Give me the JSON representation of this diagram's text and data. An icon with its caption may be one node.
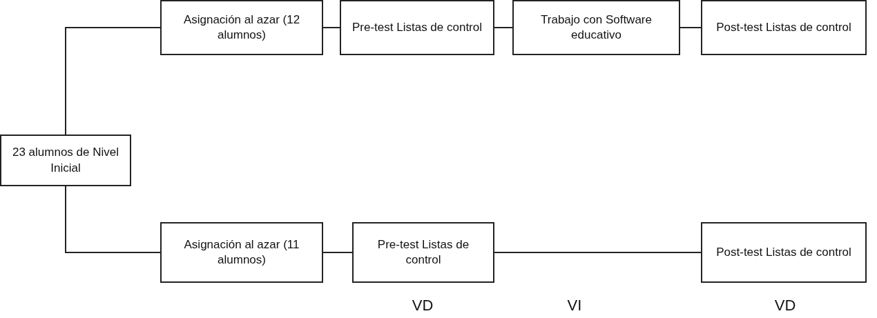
{
  "diagram": {
    "nodes": [
      {
        "text": [
          "23 alumnos de Nivel Inicial"
        ]
      },
      {
        "text": [
          "Asignación al azar (12 alumnos)"
        ]
      },
      {
        "text": [
          "Pre-test Listas de control"
        ]
      },
      {
        "text": [
          "Trabajo con Software educativo"
        ]
      },
      {
        "text": [
          "Post-test Listas de control"
        ]
      },
      {
        "text": [
          "Asignación al azar (11 alumnos)"
        ]
      },
      {
        "text": [
          "Pre-test Listas de control"
        ]
      },
      {
        "text": [
          "Post-test Listas de control"
        ]
      }
    ],
    "edges": [
      {
        "from": 0,
        "to": 1,
        "arrow": "none"
      },
      {
        "from": 0,
        "to": 5,
        "arrow": "none"
      },
      {
        "from": 1,
        "to": 2,
        "arrow": "none"
      },
      {
        "from": 2,
        "to": 3,
        "arrow": "none"
      },
      {
        "from": 3,
        "to": 4,
        "arrow": "none"
      },
      {
        "from": 5,
        "to": 6,
        "arrow": "none"
      },
      {
        "from": 6,
        "to": 7,
        "arrow": "none"
      }
    ],
    "labels": [
      "VD",
      "VI",
      "VD"
    ]
  }
}
